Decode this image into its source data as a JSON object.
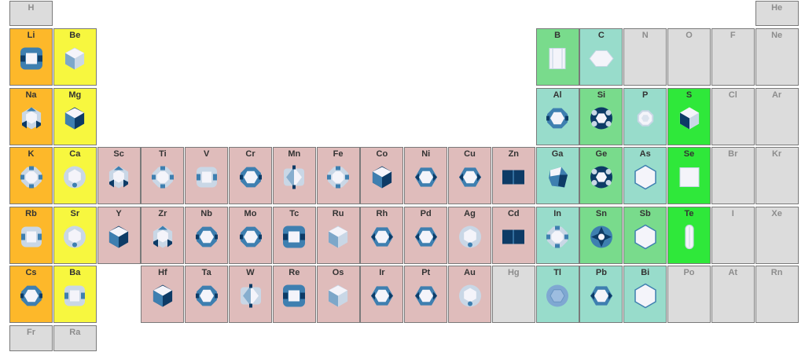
{
  "colors": {
    "alkali": "#fdb82a",
    "alkaline_earth": "#f7f73f",
    "transition": "#dfbcbb",
    "metalloid_green": "#79db8c",
    "mint": "#98dccb",
    "bright_green": "#2fe83a",
    "gray": "#dcdcdc",
    "poly_dark": "#0d3b66",
    "poly_mid": "#3e7fb0",
    "poly_light": "#c9d7e6",
    "poly_face": "#f4f4fa"
  },
  "elements": [
    {
      "symbol": "H",
      "row": 0,
      "col": 0,
      "cat": "gray"
    },
    {
      "symbol": "He",
      "row": 0,
      "col": 17,
      "cat": "gray"
    },
    {
      "symbol": "Li",
      "row": 1,
      "col": 0,
      "cat": "alkali",
      "icon": "sq-frame"
    },
    {
      "symbol": "Be",
      "row": 1,
      "col": 1,
      "cat": "alkaline_earth",
      "icon": "hex-prism-light"
    },
    {
      "symbol": "B",
      "row": 1,
      "col": 12,
      "cat": "metalloid_green",
      "icon": "book"
    },
    {
      "symbol": "C",
      "row": 1,
      "col": 13,
      "cat": "mint",
      "icon": "flat-hex"
    },
    {
      "symbol": "N",
      "row": 1,
      "col": 14,
      "cat": "gray"
    },
    {
      "symbol": "O",
      "row": 1,
      "col": 15,
      "cat": "gray"
    },
    {
      "symbol": "F",
      "row": 1,
      "col": 16,
      "cat": "gray"
    },
    {
      "symbol": "Ne",
      "row": 1,
      "col": 17,
      "cat": "gray"
    },
    {
      "symbol": "Na",
      "row": 2,
      "col": 0,
      "cat": "alkali",
      "icon": "hex-wire"
    },
    {
      "symbol": "Mg",
      "row": 2,
      "col": 1,
      "cat": "alkaline_earth",
      "icon": "hex-prism-dark"
    },
    {
      "symbol": "Al",
      "row": 2,
      "col": 12,
      "cat": "mint",
      "icon": "trunc-oct"
    },
    {
      "symbol": "Si",
      "row": 2,
      "col": 13,
      "cat": "metalloid_green",
      "icon": "trunc-dark"
    },
    {
      "symbol": "P",
      "row": 2,
      "col": 14,
      "cat": "mint",
      "icon": "small-poly"
    },
    {
      "symbol": "S",
      "row": 2,
      "col": 15,
      "cat": "bright_green",
      "icon": "hex-mixed"
    },
    {
      "symbol": "Cl",
      "row": 2,
      "col": 16,
      "cat": "gray"
    },
    {
      "symbol": "Ar",
      "row": 2,
      "col": 17,
      "cat": "gray"
    },
    {
      "symbol": "K",
      "row": 3,
      "col": 0,
      "cat": "alkali",
      "icon": "cubocta"
    },
    {
      "symbol": "Ca",
      "row": 3,
      "col": 1,
      "cat": "alkaline_earth",
      "icon": "round-light"
    },
    {
      "symbol": "Sc",
      "row": 3,
      "col": 2,
      "cat": "transition",
      "icon": "hex-wire"
    },
    {
      "symbol": "Ti",
      "row": 3,
      "col": 3,
      "cat": "transition",
      "icon": "cubocta"
    },
    {
      "symbol": "V",
      "row": 3,
      "col": 4,
      "cat": "transition",
      "icon": "sq-frame-light"
    },
    {
      "symbol": "Cr",
      "row": 3,
      "col": 5,
      "cat": "transition",
      "icon": "trunc-oct"
    },
    {
      "symbol": "Mn",
      "row": 3,
      "col": 6,
      "cat": "transition",
      "icon": "diamond"
    },
    {
      "symbol": "Fe",
      "row": 3,
      "col": 7,
      "cat": "transition",
      "icon": "cubocta"
    },
    {
      "symbol": "Co",
      "row": 3,
      "col": 8,
      "cat": "transition",
      "icon": "hex-prism-dark"
    },
    {
      "symbol": "Ni",
      "row": 3,
      "col": 9,
      "cat": "transition",
      "icon": "hex-plain"
    },
    {
      "symbol": "Cu",
      "row": 3,
      "col": 10,
      "cat": "transition",
      "icon": "hex-plain"
    },
    {
      "symbol": "Zn",
      "row": 3,
      "col": 11,
      "cat": "transition",
      "icon": "dark-block"
    },
    {
      "symbol": "Ga",
      "row": 3,
      "col": 12,
      "cat": "mint",
      "icon": "irregular"
    },
    {
      "symbol": "Ge",
      "row": 3,
      "col": 13,
      "cat": "metalloid_green",
      "icon": "trunc-dark"
    },
    {
      "symbol": "As",
      "row": 3,
      "col": 14,
      "cat": "mint",
      "icon": "hex-white"
    },
    {
      "symbol": "Se",
      "row": 3,
      "col": 15,
      "cat": "bright_green",
      "icon": "white-square"
    },
    {
      "symbol": "Br",
      "row": 3,
      "col": 16,
      "cat": "gray"
    },
    {
      "symbol": "Kr",
      "row": 3,
      "col": 17,
      "cat": "gray"
    },
    {
      "symbol": "Rb",
      "row": 4,
      "col": 0,
      "cat": "alkali",
      "icon": "sq-frame-light"
    },
    {
      "symbol": "Sr",
      "row": 4,
      "col": 1,
      "cat": "alkaline_earth",
      "icon": "round-light"
    },
    {
      "symbol": "Y",
      "row": 4,
      "col": 2,
      "cat": "transition",
      "icon": "hex-prism-dark"
    },
    {
      "symbol": "Zr",
      "row": 4,
      "col": 3,
      "cat": "transition",
      "icon": "hex-wire"
    },
    {
      "symbol": "Nb",
      "row": 4,
      "col": 4,
      "cat": "transition",
      "icon": "trunc-oct"
    },
    {
      "symbol": "Mo",
      "row": 4,
      "col": 5,
      "cat": "transition",
      "icon": "trunc-oct"
    },
    {
      "symbol": "Tc",
      "row": 4,
      "col": 6,
      "cat": "transition",
      "icon": "sq-frame"
    },
    {
      "symbol": "Ru",
      "row": 4,
      "col": 7,
      "cat": "transition",
      "icon": "hex-prism-light"
    },
    {
      "symbol": "Rh",
      "row": 4,
      "col": 8,
      "cat": "transition",
      "icon": "hex-plain"
    },
    {
      "symbol": "Pd",
      "row": 4,
      "col": 9,
      "cat": "transition",
      "icon": "hex-plain"
    },
    {
      "symbol": "Ag",
      "row": 4,
      "col": 10,
      "cat": "transition",
      "icon": "round-light"
    },
    {
      "symbol": "Cd",
      "row": 4,
      "col": 11,
      "cat": "transition",
      "icon": "dark-block"
    },
    {
      "symbol": "In",
      "row": 4,
      "col": 12,
      "cat": "mint",
      "icon": "cubocta"
    },
    {
      "symbol": "Sn",
      "row": 4,
      "col": 13,
      "cat": "metalloid_green",
      "icon": "star-dark"
    },
    {
      "symbol": "Sb",
      "row": 4,
      "col": 14,
      "cat": "metalloid_green",
      "icon": "hex-white"
    },
    {
      "symbol": "Te",
      "row": 4,
      "col": 15,
      "cat": "bright_green",
      "icon": "capsule"
    },
    {
      "symbol": "I",
      "row": 4,
      "col": 16,
      "cat": "gray"
    },
    {
      "symbol": "Xe",
      "row": 4,
      "col": 17,
      "cat": "gray"
    },
    {
      "symbol": "Cs",
      "row": 5,
      "col": 0,
      "cat": "alkali",
      "icon": "trunc-oct"
    },
    {
      "symbol": "Ba",
      "row": 5,
      "col": 1,
      "cat": "alkaline_earth",
      "icon": "sq-frame-light"
    },
    {
      "symbol": "Hf",
      "row": 5,
      "col": 3,
      "cat": "transition",
      "icon": "hex-prism-dark"
    },
    {
      "symbol": "Ta",
      "row": 5,
      "col": 4,
      "cat": "transition",
      "icon": "trunc-oct"
    },
    {
      "symbol": "W",
      "row": 5,
      "col": 5,
      "cat": "transition",
      "icon": "diamond"
    },
    {
      "symbol": "Re",
      "row": 5,
      "col": 6,
      "cat": "transition",
      "icon": "sq-frame"
    },
    {
      "symbol": "Os",
      "row": 5,
      "col": 7,
      "cat": "transition",
      "icon": "hex-prism-light"
    },
    {
      "symbol": "Ir",
      "row": 5,
      "col": 8,
      "cat": "transition",
      "icon": "hex-plain"
    },
    {
      "symbol": "Pt",
      "row": 5,
      "col": 9,
      "cat": "transition",
      "icon": "hex-plain"
    },
    {
      "symbol": "Au",
      "row": 5,
      "col": 10,
      "cat": "transition",
      "icon": "round-light"
    },
    {
      "symbol": "Hg",
      "row": 5,
      "col": 11,
      "cat": "gray"
    },
    {
      "symbol": "Tl",
      "row": 5,
      "col": 12,
      "cat": "mint",
      "icon": "sphere"
    },
    {
      "symbol": "Pb",
      "row": 5,
      "col": 13,
      "cat": "mint",
      "icon": "hex-plain"
    },
    {
      "symbol": "Bi",
      "row": 5,
      "col": 14,
      "cat": "mint",
      "icon": "hex-white"
    },
    {
      "symbol": "Po",
      "row": 5,
      "col": 15,
      "cat": "gray"
    },
    {
      "symbol": "At",
      "row": 5,
      "col": 16,
      "cat": "gray"
    },
    {
      "symbol": "Rn",
      "row": 5,
      "col": 17,
      "cat": "gray"
    },
    {
      "symbol": "Fr",
      "row": 6,
      "col": 0,
      "cat": "gray"
    },
    {
      "symbol": "Ra",
      "row": 6,
      "col": 1,
      "cat": "gray"
    }
  ]
}
